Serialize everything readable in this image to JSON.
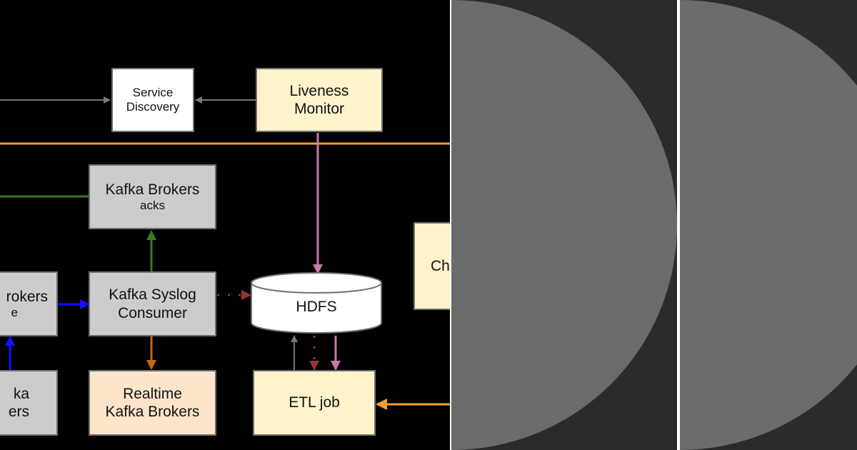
{
  "diagram": {
    "service_discovery": {
      "line1": "Service",
      "line2": "Discovery"
    },
    "liveness_monitor": {
      "line1": "Liveness",
      "line2": "Monitor"
    },
    "kafka_brokers_acks": {
      "title": "Kafka Brokers",
      "sub": "acks"
    },
    "brokers_partial": {
      "title": "rokers",
      "sub": "e"
    },
    "kafka_syslog_consumer": {
      "line1": "Kafka Syslog",
      "line2": "Consumer"
    },
    "hdfs": {
      "label": "HDFS"
    },
    "partial_bottom": {
      "line1": "ka",
      "line2": "ers"
    },
    "realtime_kafka": {
      "line1": "Realtime",
      "line2": "Kafka Brokers"
    },
    "etl_job": {
      "label": "ETL job"
    },
    "partial_right": {
      "label": "Ch"
    },
    "colors": {
      "background": "#000000",
      "orange": "#f0a030",
      "green": "#3a7a20",
      "blue": "#1010ff",
      "pink": "#cc77aa",
      "dark_red": "#993333",
      "gray_line": "#777777",
      "brown_orange": "#c86414"
    }
  },
  "panels": {
    "panel_bg": "#2b2b2b",
    "shape_color": "#6b6b6b"
  }
}
